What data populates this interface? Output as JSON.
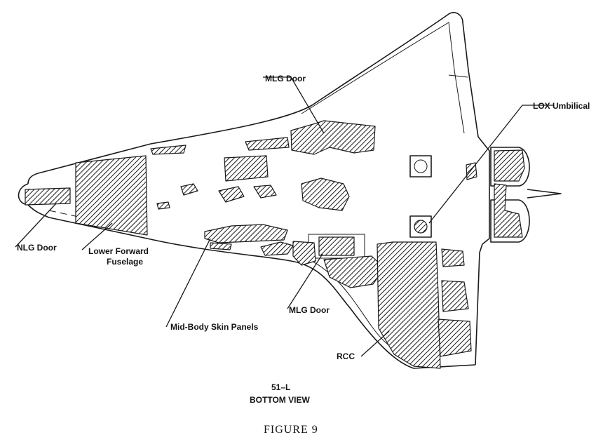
{
  "labels": {
    "mlg_door_top": "MLG Door",
    "lox_umbilical": "LOX Umbilical",
    "nlg_door": "NLG Door",
    "lower_forward_fuselage_line1": "Lower Forward",
    "lower_forward_fuselage_line2": "Fuselage",
    "mid_body_skin_panels": "Mid-Body Skin Panels",
    "mlg_door_bottom": "MLG Door",
    "rcc": "RCC"
  },
  "caption": {
    "mission": "51–L",
    "view": "BOTTOM VIEW",
    "figure": "FIGURE 9"
  },
  "colors": {
    "ink": "#1a1a1a",
    "paper": "#ffffff"
  }
}
